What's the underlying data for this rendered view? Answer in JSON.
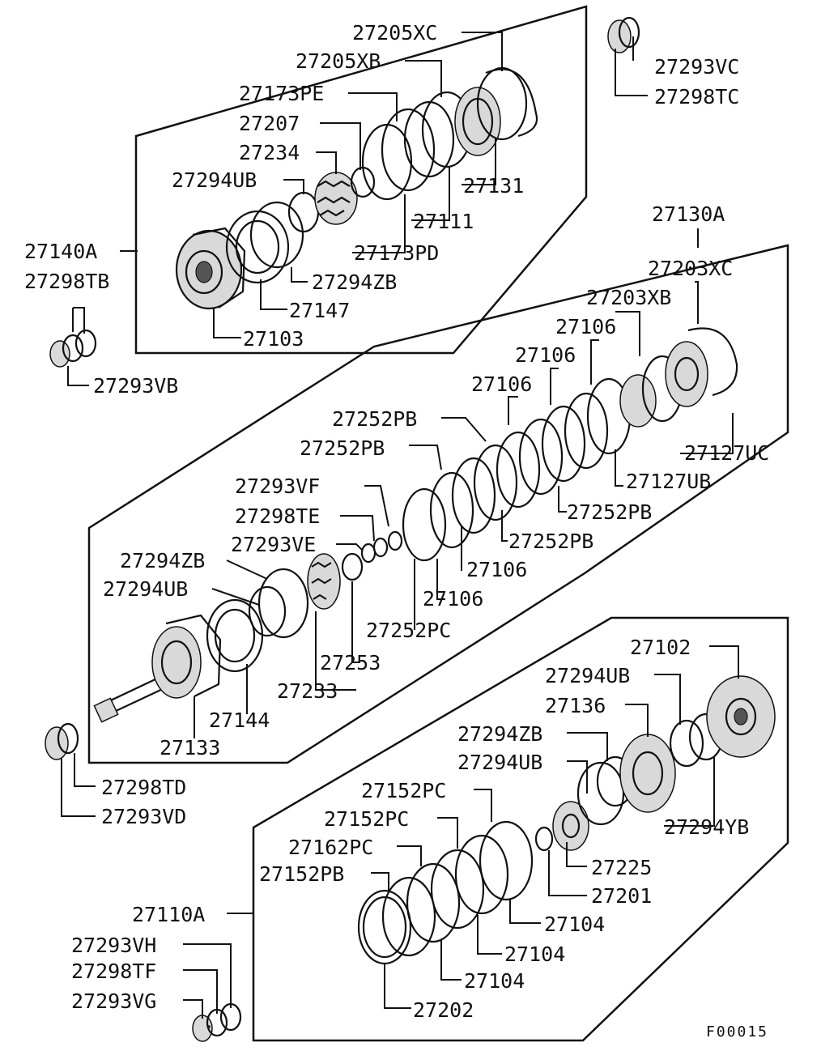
{
  "diagram": {
    "drawing_code": "F00015",
    "groups": {
      "upper": "27140A",
      "middle": "27130A",
      "lower": "27110A"
    },
    "labels": {
      "l27205XC": "27205XC",
      "l27205XB": "27205XB",
      "l27173PE": "27173PE",
      "l27207": "27207",
      "l27234": "27234",
      "l27294UB_a": "27294UB",
      "l27131": "27131",
      "l27111": "27111",
      "l27173PD": "27173PD",
      "l27294ZB_a": "27294ZB",
      "l27147": "27147",
      "l27103": "27103",
      "l27293VC": "27293VC",
      "l27298TC": "27298TC",
      "l27298TB": "27298TB",
      "l27293VB": "27293VB",
      "l27203XC": "27203XC",
      "l27203XB": "27203XB",
      "l27106_a": "27106",
      "l27106_b": "27106",
      "l27106_c": "27106",
      "l27252PB_a": "27252PB",
      "l27252PB_b": "27252PB",
      "l27127UC": "27127UC",
      "l27127UB": "27127UB",
      "l27252PB_c": "27252PB",
      "l27252PB_d": "27252PB",
      "l27106_d": "27106",
      "l27106_e": "27106",
      "l27252PC": "27252PC",
      "l27293VF": "27293VF",
      "l27298TE": "27298TE",
      "l27293VE": "27293VE",
      "l27294ZB_b": "27294ZB",
      "l27294UB_b": "27294UB",
      "l27253": "27253",
      "l27233": "27233",
      "l27144": "27144",
      "l27133": "27133",
      "l27298TD": "27298TD",
      "l27293VD": "27293VD",
      "l27102": "27102",
      "l27294UB_c": "27294UB",
      "l27136": "27136",
      "l27294ZB_c": "27294ZB",
      "l27294UB_d": "27294UB",
      "l27152PC_a": "27152PC",
      "l27152PC_b": "27152PC",
      "l27162PC": "27162PC",
      "l27152PB": "27152PB",
      "l27294YB": "27294YB",
      "l27225": "27225",
      "l27201": "27201",
      "l27104_a": "27104",
      "l27104_b": "27104",
      "l27104_c": "27104",
      "l27202": "27202",
      "l27293VH": "27293VH",
      "l27298TF": "27298TF",
      "l27293VG": "27293VG"
    }
  }
}
